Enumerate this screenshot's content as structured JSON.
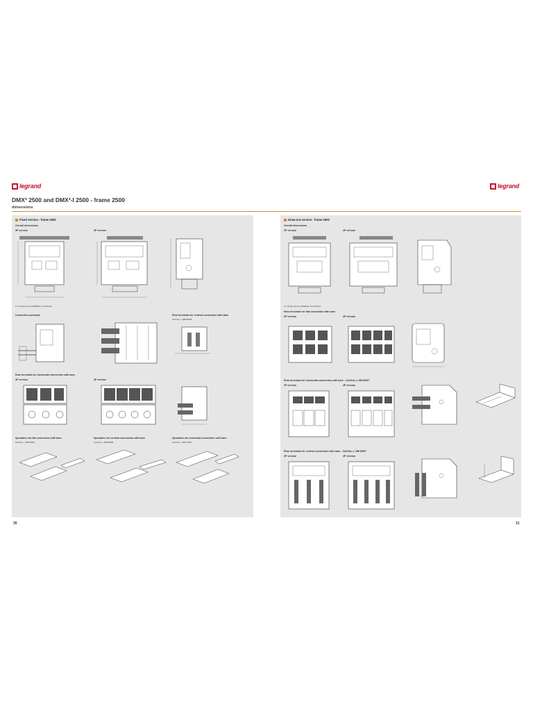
{
  "brand": {
    "name": "legrand",
    "color": "#c8102e"
  },
  "header": {
    "title": "DMX³ 2500 and DMX³-I 2500 - frame 2500",
    "subtitle": "dimensions"
  },
  "left": {
    "section_title": "Fixed version - frame 2500",
    "overall": "Overall dimensions",
    "v3p": "3P version",
    "v4p": "4P version",
    "note": "A = fixing point (modifiable) of enclosure",
    "connection_principle": "Connection principle",
    "rear_vertical": "Rear terminals for vertical connection with bars",
    "rear_vertical_cat": "Cat.Nos ◇ 288 80/83",
    "rear_horizontal": "Rear terminals for horizontal connection with bars",
    "v3p_b": "3P version",
    "v4p_b": "4P version",
    "spread_flat": "Spreaders for flat connection with bars",
    "spread_flat_cat": "Cat.Nos ◇ 288 80/87",
    "spread_vertical": "Spreaders for vertical connection with bars",
    "spread_vertical_cat": "Cat.Nos ◇ 288 80/88",
    "spread_horizontal": "Spreaders for horizontal connection with bars",
    "spread_horizontal_cat": "Cat.Nos ◇ 288 78/97",
    "page": "30"
  },
  "right": {
    "section_title": "Draw-out version - frame 2500",
    "overall": "Overall dimensions",
    "v3p": "3P version",
    "v4p": "4P version",
    "note": "A = fixing point (modifiable) of enclosure",
    "rear_flat": "Rear terminals for flat connection with bars",
    "v3p_b": "3P version",
    "v4p_b": "4P version",
    "rear_horizontal": "Rear terminals for horizontal connection with bars - Cat.Nos ◇ 288 80/87",
    "v3p_c": "3P version",
    "v4p_c": "4P version",
    "rear_vertical": "Rear terminals for vertical connection with bars - Cat.Nos ◇ 288 88/97",
    "v3p_d": "3P version",
    "v4p_d": "4P version",
    "page": "31"
  }
}
